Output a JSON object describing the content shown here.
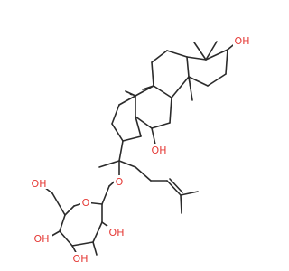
{
  "molecule": {
    "labels": {
      "oh_c3": "OH",
      "oh_c12": "OH",
      "o_glycoside": "O",
      "oh_sugar_1": "OH",
      "oh_sugar_2": "OH",
      "oh_sugar_3": "OH",
      "oh_sugar_4": "OH",
      "o_ring": "O"
    },
    "colors": {
      "bond": "#2b2b2b",
      "oxygen": "#e53935",
      "text": "#3a3a3a"
    }
  }
}
